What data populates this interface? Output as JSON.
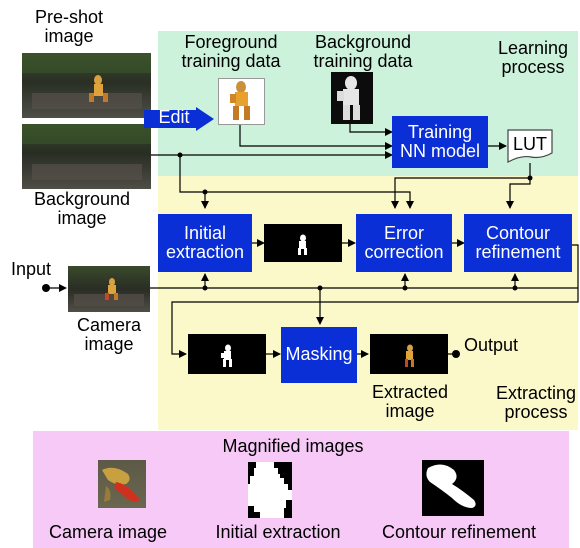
{
  "regions": {
    "learning": "Learning\nprocess",
    "extracting": "Extracting\nprocess",
    "magnified": "Magnified images"
  },
  "labels": {
    "preshot": "Pre-shot\nimage",
    "background_image": "Background\nimage",
    "foreground_training": "Foreground\ntraining data",
    "background_training": "Background\ntraining data",
    "input": "Input",
    "camera_image": "Camera\nimage",
    "extracted_image": "Extracted\nimage",
    "output": "Output"
  },
  "boxes": {
    "edit": "Edit",
    "training": "Training\nNN model",
    "lut": "LUT",
    "initial": "Initial\nextraction",
    "error": "Error\ncorrection",
    "contour": "Contour\nrefinement",
    "masking": "Masking"
  },
  "magnified": {
    "camera": "Camera image",
    "initial": "Initial extraction",
    "contour": "Contour refinement"
  },
  "colors": {
    "learning_bg": "#ccf2dc",
    "extracting_bg": "#fbf8c9",
    "magnified_bg": "#f6c9f6",
    "box_blue": "#0a2fd6"
  }
}
